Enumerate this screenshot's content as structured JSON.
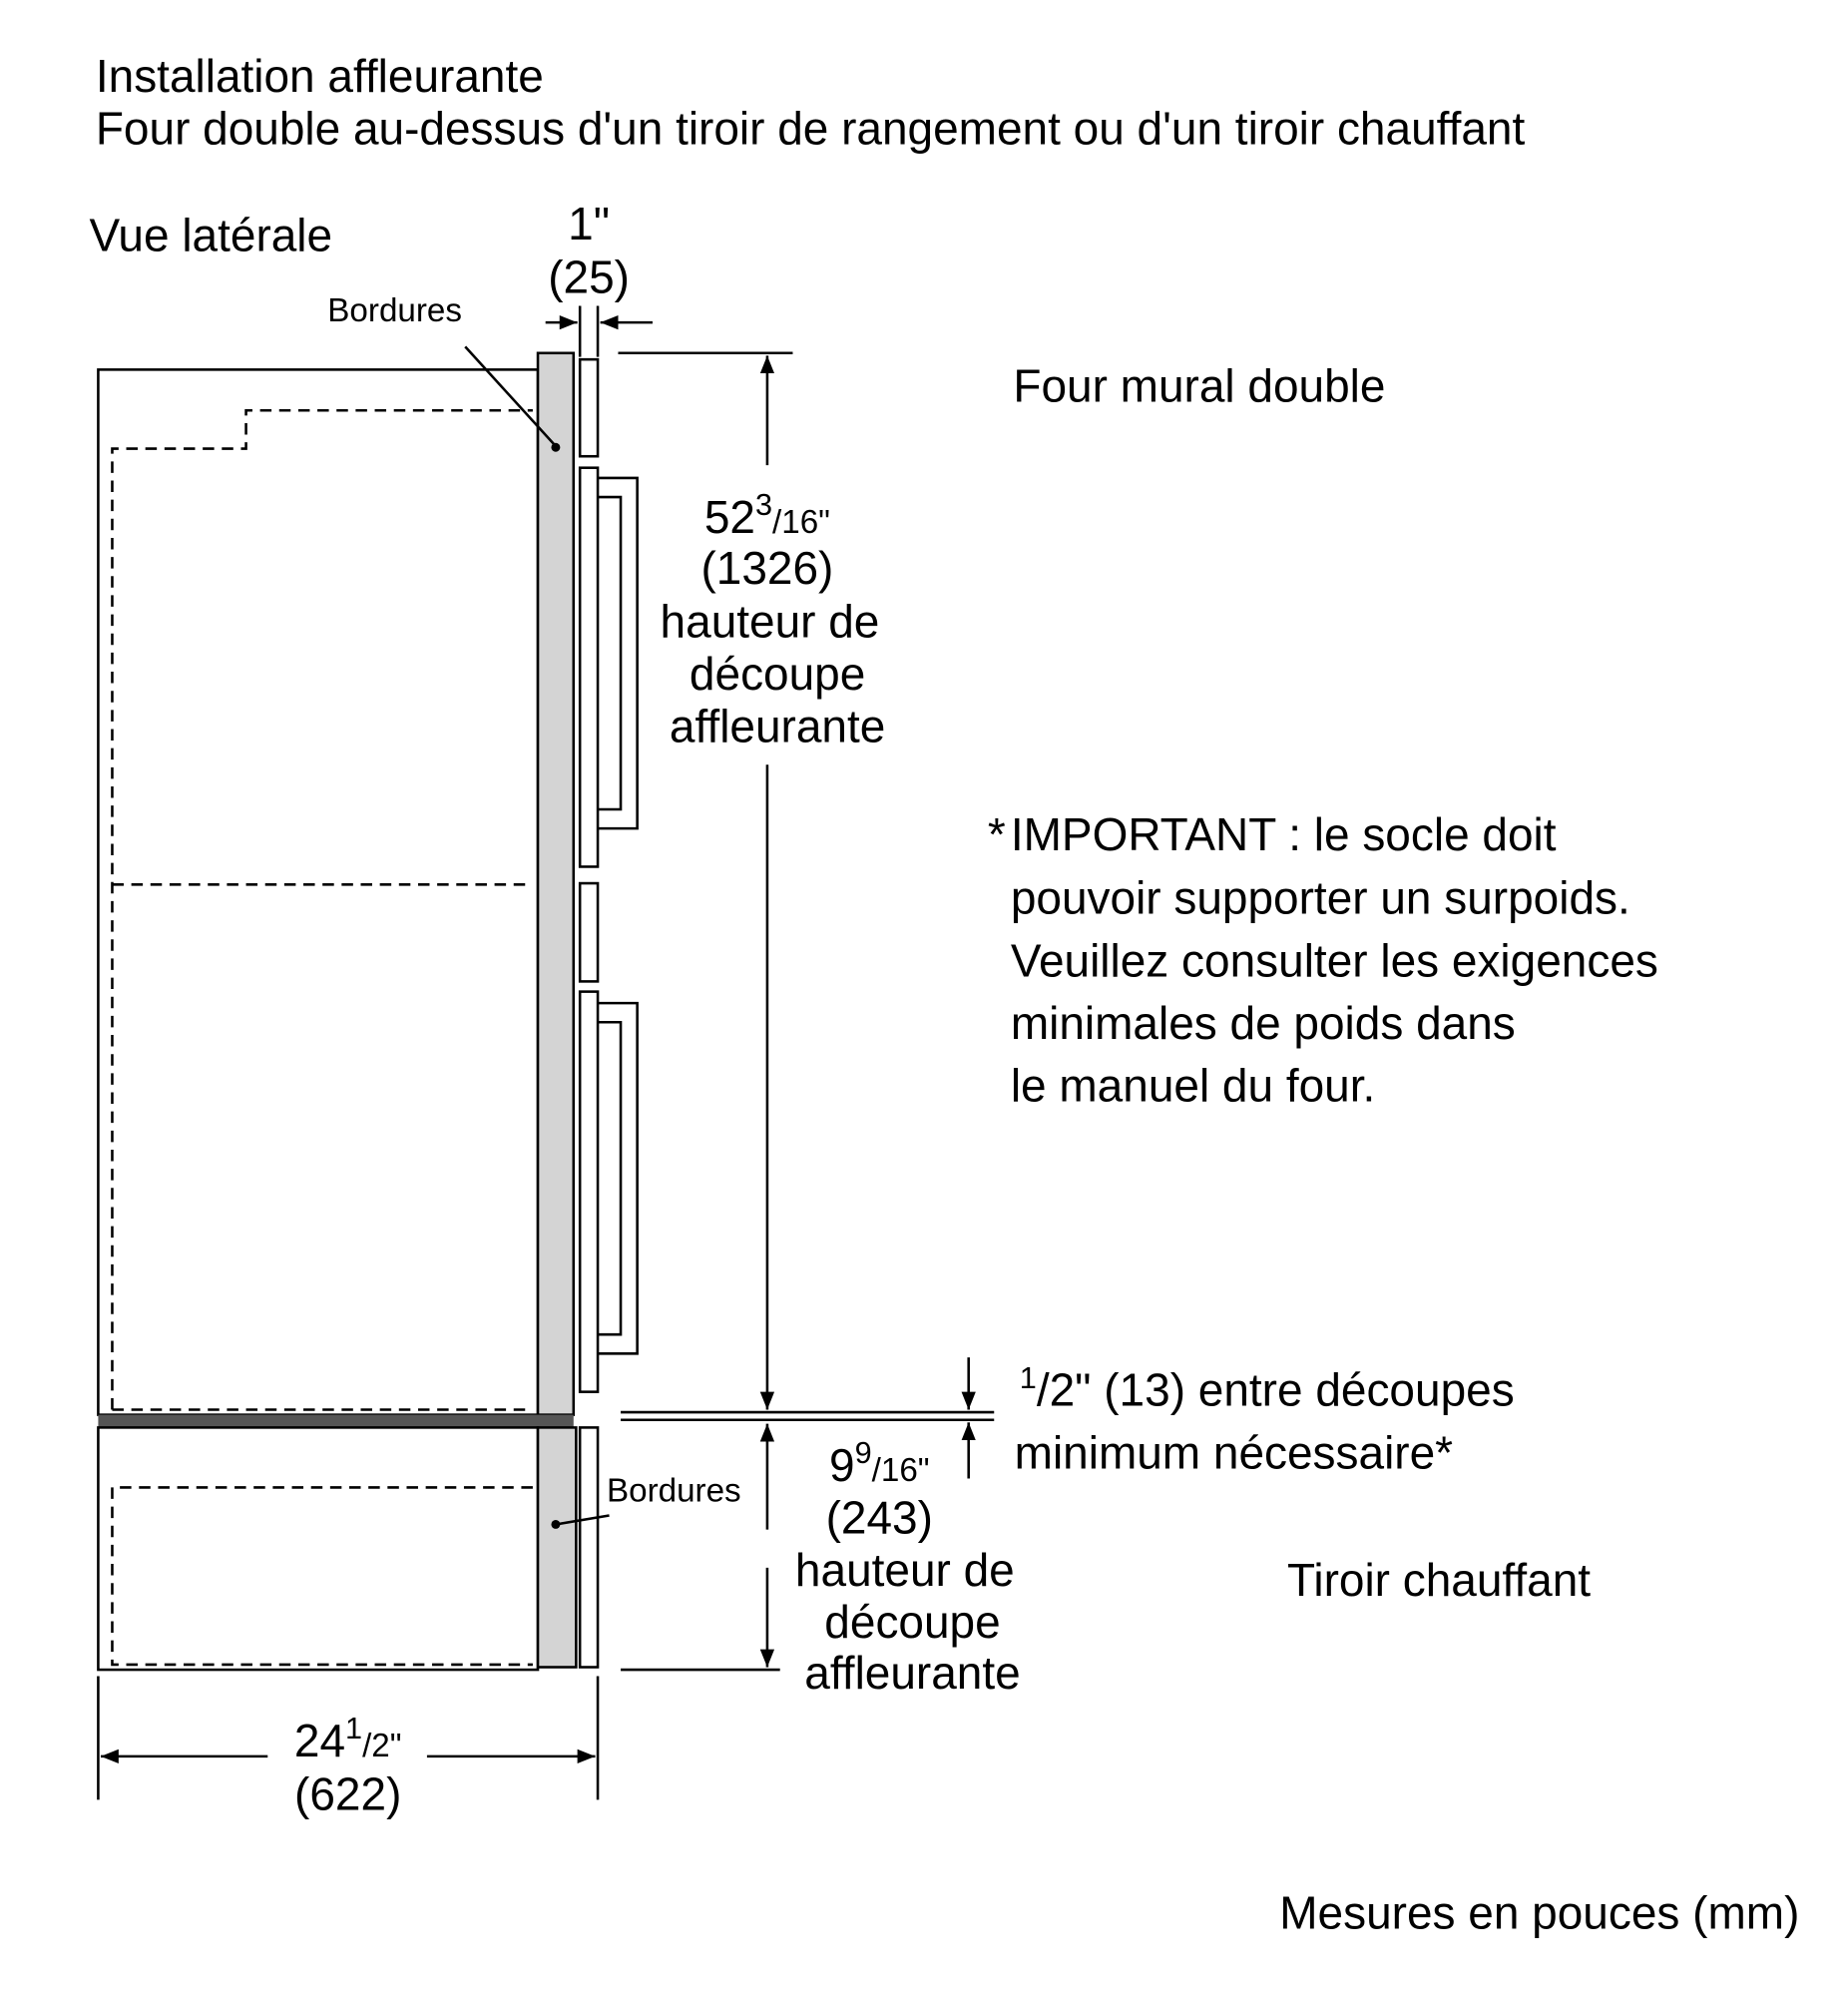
{
  "title": {
    "line1": "Installation affleurante",
    "line2": "Four double au-dessus d'un tiroir de rangement ou d'un tiroir chauffant"
  },
  "view_label": "Vue latérale",
  "trim_offset": {
    "inches": "1\"",
    "mm": "(25)"
  },
  "trim_label_top": "Bordures",
  "trim_label_bottom": "Bordures",
  "oven_label": "Four mural double",
  "oven_cutout": {
    "whole": "52",
    "frac_num": "3",
    "frac_den": "/16\"",
    "mm": "(1326)",
    "line1": "hauteur de",
    "line2": "découpe",
    "line3": "affleurante"
  },
  "important": {
    "asterisk": "*",
    "lines": [
      "IMPORTANT : le socle doit",
      "pouvoir supporter un surpoids.",
      "Veuillez consulter les exigences",
      "minimales de poids dans",
      "le manuel du four."
    ]
  },
  "gap": {
    "frac_num": "1",
    "rest": "/2\" (13) entre découpes",
    "line2": "minimum nécessaire*"
  },
  "drawer_cutout": {
    "whole": "9",
    "frac_num": "9",
    "frac_den": "/16\"",
    "mm": "(243)",
    "line1": "hauteur de",
    "line2": "découpe",
    "line3": "affleurante"
  },
  "drawer_label": "Tiroir chauffant",
  "depth": {
    "whole": "24",
    "frac_num": "1",
    "frac_den": "/2\"",
    "mm": "(622)"
  },
  "units_note": "Mesures en pouces (mm)"
}
